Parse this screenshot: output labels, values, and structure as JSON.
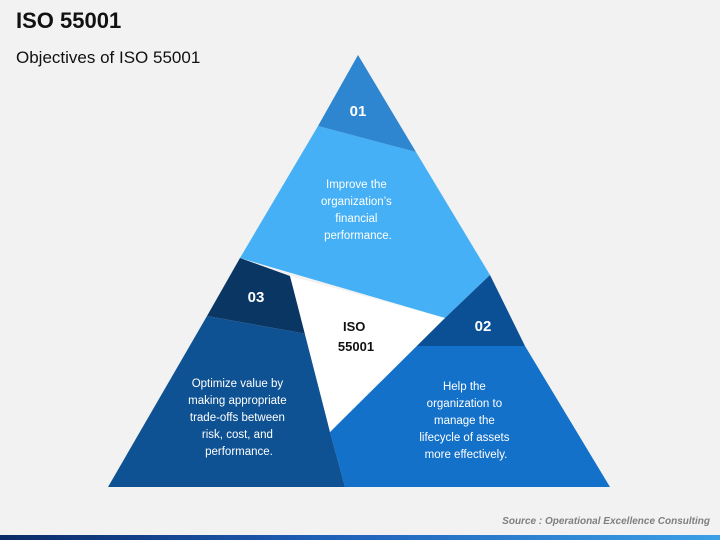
{
  "header": {
    "title": "ISO 55001",
    "subtitle": "Objectives of ISO 55001"
  },
  "diagram": {
    "center_label": [
      "ISO",
      "55001"
    ],
    "segments": [
      {
        "number": "01",
        "text_lines": [
          "Improve the",
          "organization’s",
          "financial",
          "performance."
        ],
        "color_main": "#45b0f5",
        "color_tab": "#2e86d0"
      },
      {
        "number": "02",
        "text_lines": [
          "Help the",
          "organization to",
          "manage the",
          "lifecycle of assets",
          "more effectively."
        ],
        "color_main": "#1471c9",
        "color_tab": "#0b4f94"
      },
      {
        "number": "03",
        "text_lines": [
          "Optimize value by",
          "making appropriate",
          "trade-offs between",
          "risk, cost, and",
          "performance."
        ],
        "color_main": "#0e5293",
        "color_tab": "#0a3664"
      }
    ]
  },
  "footer": {
    "source": "Source : Operational Excellence Consulting"
  }
}
